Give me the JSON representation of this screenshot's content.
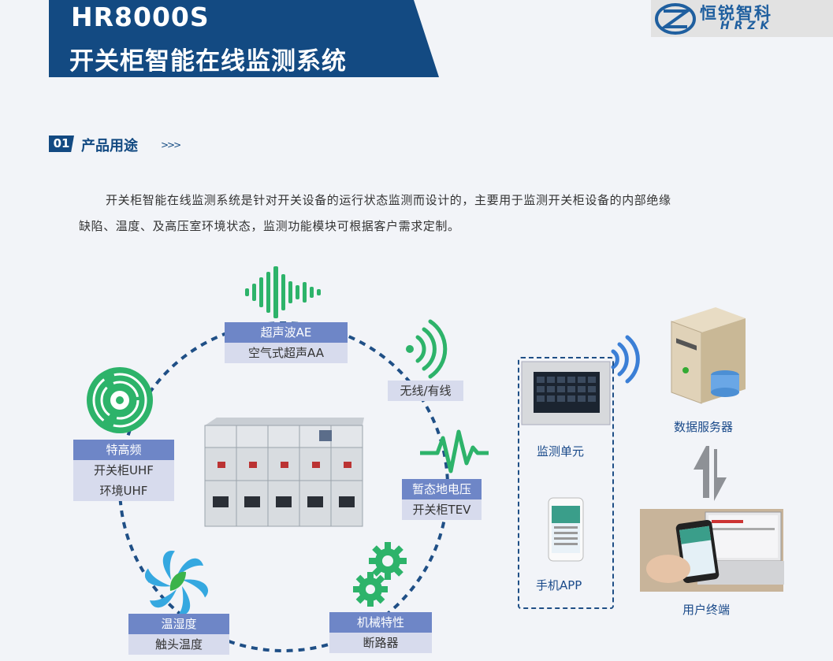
{
  "header": {
    "title": "HR8000S",
    "subtitle": "开关柜智能在线监测系统"
  },
  "logo": {
    "cn": "恒锐智科",
    "en": "HRZK"
  },
  "section": {
    "num": "01",
    "title": "产品用途",
    "arrows": ">>>"
  },
  "intro": {
    "line1": "开关柜智能在线监测系统是针对开关设备的运行状态监测而设计的，主要用于监测开关柜设备的内部绝缘",
    "line2": "缺陷、温度、及高压室环境状态，监测功能模块可根据客户需求定制。"
  },
  "labels": {
    "ae": {
      "head": "超声波AE",
      "sub": "空气式超声AA"
    },
    "uhf": {
      "head": "特高频",
      "sub1": "开关柜UHF",
      "sub2": "环境UHF"
    },
    "tev": {
      "head": "暂态地电压",
      "sub": "开关柜TEV"
    },
    "temp": {
      "head": "温湿度",
      "sub": "触头温度"
    },
    "mech": {
      "head": "机械特性",
      "sub": "断路器"
    },
    "wireless": "无线/有线"
  },
  "devices": {
    "unit": "监测单元",
    "app": "手机APP",
    "server": "数据服务器",
    "terminal": "用户终端"
  },
  "colors": {
    "navy": "#134a82",
    "label_head": "#6e86c7",
    "label_sub": "#d7dbed",
    "green": "#2db36a",
    "blue_icon": "#3b7fd6"
  }
}
